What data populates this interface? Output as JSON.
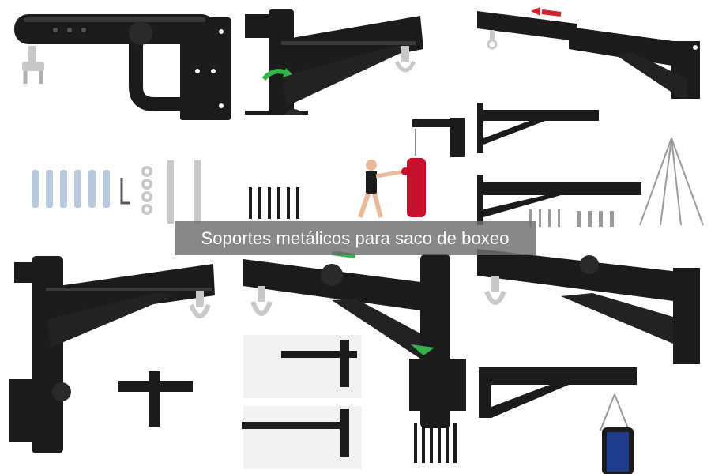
{
  "caption": {
    "text": "Soportes metálicos para saco de boxeo"
  },
  "colors": {
    "background": "#ffffff",
    "metal": "#1b1b1b",
    "highlight": "#3a3a3a",
    "chrome": "#c8c8c8",
    "bag_red": "#c8102e",
    "bag_blue": "#1f3c8c",
    "arrow_green": "#35b34a",
    "arrow_red": "#d3212c",
    "caption_bg": "#6e6e6e"
  },
  "images": [
    {
      "name": "tubular-bracket-with-swivel"
    },
    {
      "name": "swing-arm-bracket-rotating"
    },
    {
      "name": "adjustable-length-bracket"
    },
    {
      "name": "anchor-bolt-and-wrench-kit"
    },
    {
      "name": "woman-boxing-red-bag"
    },
    {
      "name": "short-and-long-brackets-with-chain"
    },
    {
      "name": "folding-swing-arm-bracket"
    },
    {
      "name": "pivot-bracket-side-view"
    },
    {
      "name": "extended-bracket-with-blue-bag"
    }
  ]
}
